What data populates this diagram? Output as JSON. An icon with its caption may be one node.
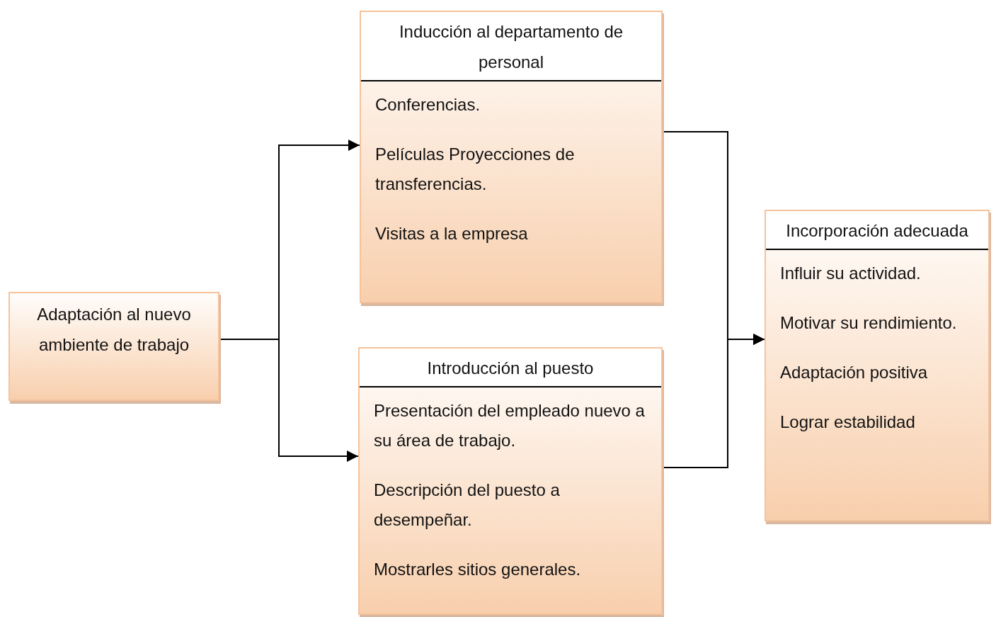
{
  "diagram": {
    "nodes": [
      {
        "text": [
          "Adaptación al nuevo ambiente de trabajo"
        ]
      },
      {
        "text": [
          "Inducción al departamento de personal",
          "Conferencias.",
          "Películas Proyecciones de transferencias.",
          "Visitas a la empresa"
        ]
      },
      {
        "text": [
          "Introducción al puesto",
          "Presentación del empleado nuevo a su área de trabajo.",
          "Descripción del puesto a desempeñar.",
          "Mostrarles sitios generales."
        ]
      },
      {
        "text": [
          "Incorporación adecuada",
          "Influir su actividad.",
          "Motivar su rendimiento.",
          "Adaptación positiva",
          "Lograr estabilidad"
        ]
      }
    ],
    "edges": [
      {
        "from": 0,
        "to": 1,
        "arrow": "to"
      },
      {
        "from": 0,
        "to": 2,
        "arrow": "to"
      },
      {
        "from": 1,
        "to": 3,
        "arrow": "to"
      },
      {
        "from": 2,
        "to": 3,
        "arrow": "to"
      }
    ]
  }
}
